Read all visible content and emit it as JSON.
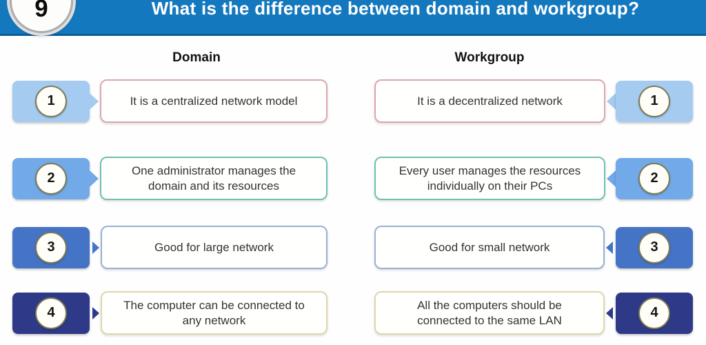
{
  "header": {
    "badge_number": "9",
    "title": "What is the difference between domain and workgroup?",
    "bar_color": "#1478be",
    "bar_border_color": "#0d5c97"
  },
  "columns": [
    {
      "label": "Domain"
    },
    {
      "label": "Workgroup"
    }
  ],
  "rows": [
    {
      "number": "1",
      "tab_color": "#a5cbf0",
      "box_border_color": "#dba6ae",
      "domain_text": "It is a centralized network model",
      "workgroup_text": "It is a decentralized network"
    },
    {
      "number": "2",
      "tab_color": "#72a9e8",
      "box_border_color": "#6fc0af",
      "domain_text": "One administrator manages the domain and its resources",
      "workgroup_text": "Every user manages the resources individually on their PCs"
    },
    {
      "number": "3",
      "tab_color": "#4573c5",
      "box_border_color": "#98b0d4",
      "domain_text": "Good for large network",
      "workgroup_text": "Good for small network"
    },
    {
      "number": "4",
      "tab_color": "#2e3a88",
      "box_border_color": "#ded7a9",
      "domain_text": "The computer can be connected to any network",
      "workgroup_text": "All the computers should be connected to the same LAN"
    }
  ]
}
